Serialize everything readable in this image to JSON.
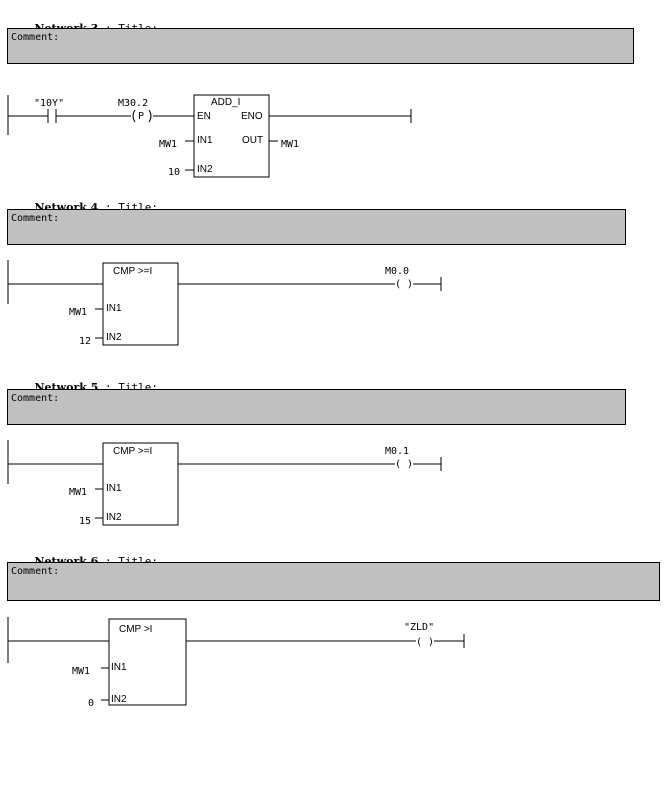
{
  "networks": [
    {
      "label": "Network 3",
      "sep": ":",
      "title": "Title:",
      "comment": "Comment:",
      "contact": "\"10Y\"",
      "coil_p": "M30.2",
      "coil_p_sym": "P",
      "block": "ADD_I",
      "pins": {
        "en": "EN",
        "eno": "ENO",
        "in1": "IN1",
        "in2": "IN2",
        "out": "OUT"
      },
      "in1_val": "MW1",
      "in2_val": "10",
      "out_val": "MW1"
    },
    {
      "label": "Network 4",
      "sep": ":",
      "title": "Title:",
      "comment": "Comment:",
      "block": "CMP >=I",
      "pins": {
        "in1": "IN1",
        "in2": "IN2"
      },
      "in1_val": "MW1",
      "in2_val": "12",
      "coil": "M0.0",
      "coil_sym": "( )"
    },
    {
      "label": "Network 5",
      "sep": ":",
      "title": "Title:",
      "comment": "Comment:",
      "block": "CMP >=I",
      "pins": {
        "in1": "IN1",
        "in2": "IN2"
      },
      "in1_val": "MW1",
      "in2_val": "15",
      "coil": "M0.1",
      "coil_sym": "( )"
    },
    {
      "label": "Network 6",
      "sep": ":",
      "title": "Title:",
      "comment": "Comment:",
      "block": "CMP >I",
      "pins": {
        "in1": "IN1",
        "in2": "IN2"
      },
      "in1_val": "MW1",
      "in2_val": "0",
      "coil": "\"ZLD\"",
      "coil_sym": "( )"
    }
  ]
}
